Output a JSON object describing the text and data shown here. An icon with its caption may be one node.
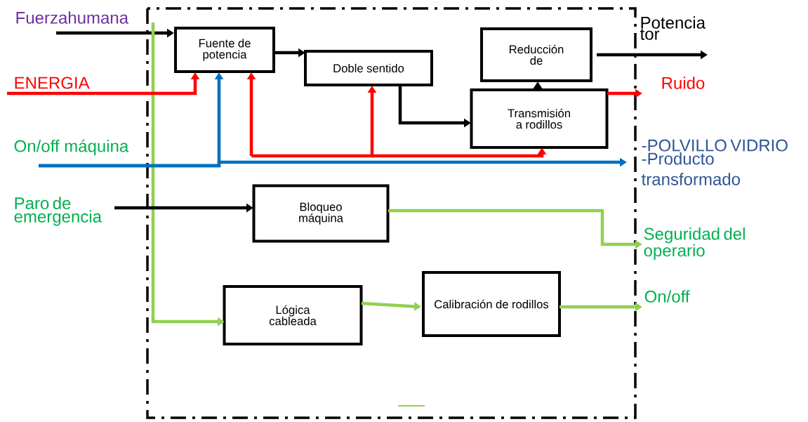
{
  "diagram": {
    "nodes": [
      {
        "text": [
          "Fuerzahumana"
        ]
      },
      {
        "text": [
          "ENERGIA"
        ]
      },
      {
        "text": [
          "On/off máquina"
        ]
      },
      {
        "text": [
          "Paro de emergencia"
        ]
      },
      {
        "text": [
          "Fuente de potencia"
        ]
      },
      {
        "text": [
          "Doble sentido"
        ]
      },
      {
        "text": [
          "Reducción de"
        ]
      },
      {
        "text": [
          "Transmisión a rodillos"
        ]
      },
      {
        "text": [
          "Bloqueo máquina"
        ]
      },
      {
        "text": [
          "Lógica cableada"
        ]
      },
      {
        "text": [
          "Calibración de rodillos"
        ]
      },
      {
        "text": [
          "Potencia tor"
        ]
      },
      {
        "text": [
          "Ruido"
        ]
      },
      {
        "text": [
          "-POLVILLO VIDRIO",
          "-Producto transformado"
        ]
      },
      {
        "text": [
          "Seguridad del operario"
        ]
      },
      {
        "text": [
          "On/off"
        ]
      }
    ],
    "edges": [
      {
        "from": 0,
        "to": 4,
        "arrow": "to"
      },
      {
        "from": 0,
        "to": 9,
        "arrow": "to",
        "color": "#92d050"
      },
      {
        "from": 1,
        "to": 4,
        "arrow": "to",
        "color": "#ff0000"
      },
      {
        "from": 2,
        "to": 4,
        "arrow": "to",
        "color": "#0070c0"
      },
      {
        "from": 2,
        "to": 13,
        "arrow": "to",
        "color": "#0070c0"
      },
      {
        "from": null,
        "to": 4,
        "arrow": "to",
        "color": "#ff0000"
      },
      {
        "from": null,
        "to": 5,
        "arrow": "to",
        "color": "#ff0000"
      },
      {
        "from": null,
        "to": 7,
        "arrow": "to",
        "color": "#ff0000"
      },
      {
        "from": 4,
        "to": 5,
        "arrow": "to"
      },
      {
        "from": 5,
        "to": 7,
        "arrow": "to"
      },
      {
        "from": 7,
        "to": 6,
        "arrow": "to"
      },
      {
        "from": 6,
        "to": 11,
        "arrow": "to"
      },
      {
        "from": 7,
        "to": 12,
        "arrow": "to",
        "color": "#ff0000"
      },
      {
        "from": 3,
        "to": 8,
        "arrow": "to"
      },
      {
        "from": 8,
        "to": 14,
        "arrow": "to",
        "color": "#92d050"
      },
      {
        "from": 9,
        "to": 10,
        "arrow": "to",
        "color": "#92d050"
      },
      {
        "from": 10,
        "to": 15,
        "arrow": "to",
        "color": "#92d050"
      }
    ]
  }
}
